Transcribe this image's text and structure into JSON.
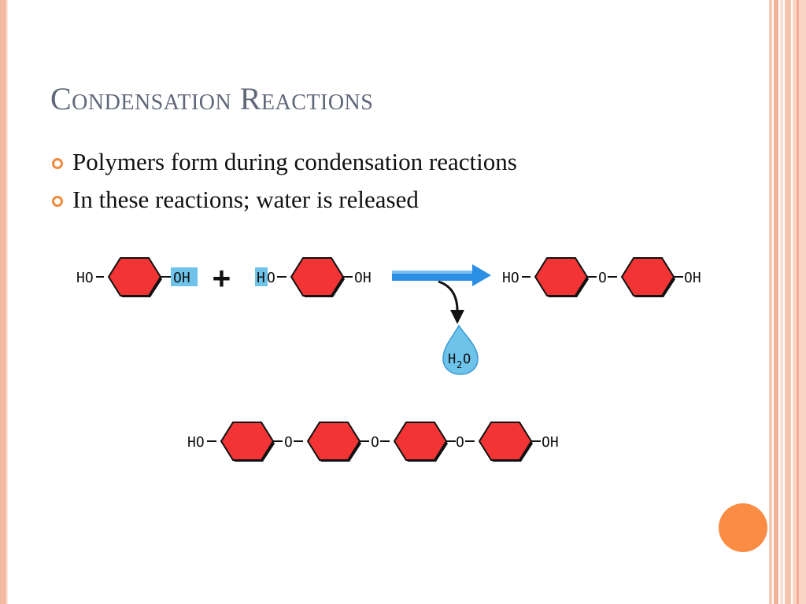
{
  "slide": {
    "title": "Condensation Reactions",
    "bullets": [
      "Polymers form during condensation reactions",
      "In these reactions; water is released"
    ]
  },
  "colors": {
    "ring_fill": "#f23434",
    "highlight": "#6dc3ea",
    "arrow": "#2b8fe3",
    "bullet_marker": "#f28a3c",
    "accent_circle": "#fa8c44",
    "title_color": "#5f6779"
  },
  "reaction": {
    "reactant1": {
      "left_group": "HO",
      "right_group": "OH"
    },
    "plus_sign": "+",
    "reactant2": {
      "left_group": "H",
      "left_group_rest": "O",
      "right_group": "OH"
    },
    "product": {
      "left_group": "HO",
      "link": "O",
      "right_group": "OH"
    },
    "water": {
      "h": "H",
      "sub": "2",
      "o": "O"
    }
  },
  "polymer": {
    "left_group": "HO",
    "links": [
      "O",
      "O",
      "O"
    ],
    "right_group": "OH"
  }
}
